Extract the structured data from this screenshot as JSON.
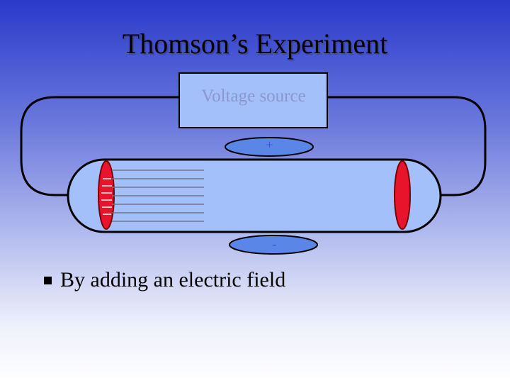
{
  "slide": {
    "title": "Thomson’s Experiment",
    "bullet_text": "By adding an electric field"
  },
  "diagram": {
    "voltage_source_label": "Voltage source",
    "positive_plate_label": "+",
    "negative_plate_label": "-",
    "icons": {
      "bullet": "square-bullet-icon"
    },
    "colors": {
      "tube_fill": "#a4c0fb",
      "electrode": "#e8142c",
      "plate": "#5a86e8",
      "voltage_box": "#a4c0fb",
      "wire": "#000000"
    }
  }
}
